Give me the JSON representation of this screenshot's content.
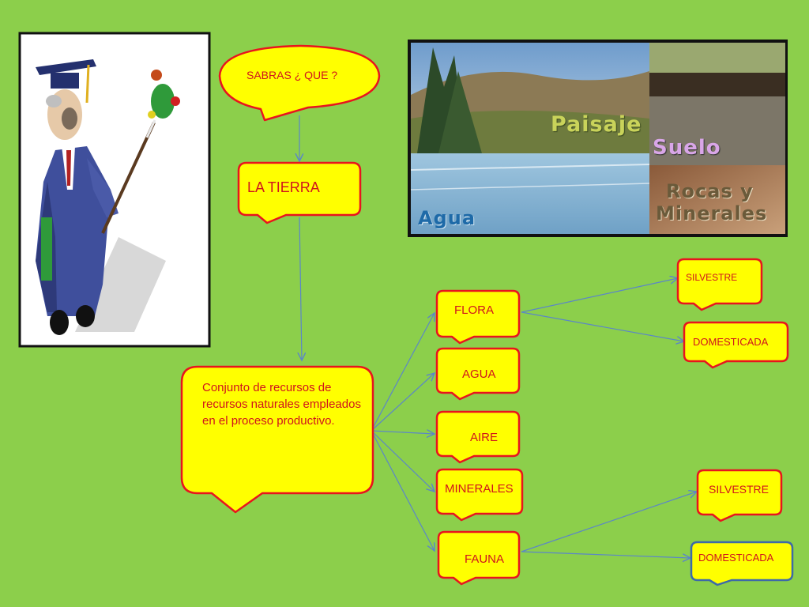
{
  "nodes": {
    "sabras": "SABRAS  ¿ QUE ?",
    "la_tierra": "LA TIERRA",
    "conjunto": "Conjunto de recursos de recursos naturales empleados en el proceso productivo.",
    "flora": "FLORA",
    "agua": "AGUA",
    "aire": "AIRE",
    "minerales": "MINERALES",
    "fauna": "FAUNA",
    "flora_silvestre": "SILVESTRE",
    "flora_domesticada": "DOMESTICADA",
    "fauna_silvestre": "SILVESTRE",
    "fauna_domesticada": "DOMESTICADA"
  },
  "photo": {
    "paisaje": "Paisaje",
    "suelo": "Suelo",
    "rocas": "Rocas y",
    "minerales": "Minerales",
    "agua": "Agua"
  },
  "colors": {
    "background": "#8ccf4b",
    "callout_fill": "#ffff00",
    "callout_border": "#e8141e",
    "text": "#d0141d",
    "arrow": "#5b86c8",
    "domesticada_border": "#3d6aa8"
  }
}
